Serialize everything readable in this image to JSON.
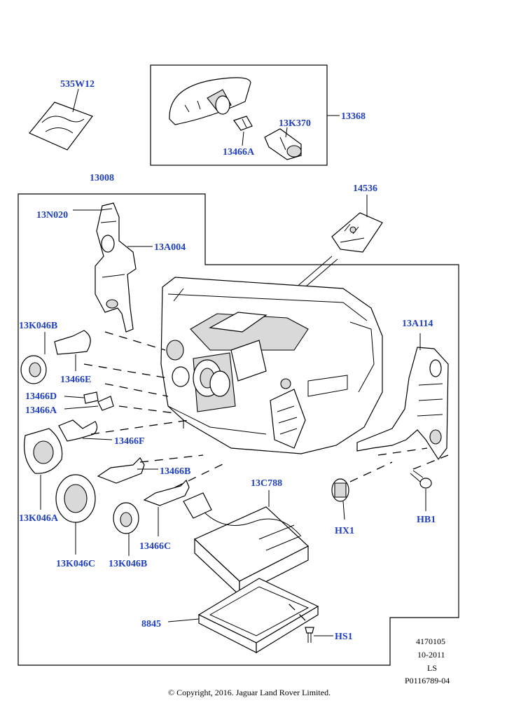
{
  "callouts": {
    "c535W12": "535W12",
    "c13368": "13368",
    "c13K370": "13K370",
    "c13466A_top": "13466A",
    "c13008": "13008",
    "c14536": "14536",
    "c13N020": "13N020",
    "c13A004": "13A004",
    "c13K046B_top": "13K046B",
    "c13A114": "13A114",
    "c13466E": "13466E",
    "c13466D": "13466D",
    "c13466A_mid": "13466A",
    "c13466F": "13466F",
    "c13466B": "13466B",
    "c13C788": "13C788",
    "c13K046A": "13K046A",
    "c13466C": "13466C",
    "cHX1": "HX1",
    "cHB1": "HB1",
    "c13K046C": "13K046C",
    "c13K046B_bot": "13K046B",
    "c8845": "8845",
    "cHS1": "HS1"
  },
  "meta": {
    "line1": "4170105",
    "line2": "10-2011",
    "line3": "LS",
    "line4": "P0116789-04"
  },
  "copyright": "© Copyright, 2016. Jaguar Land Rover Limited.",
  "colors": {
    "callout": "#1f3fbf",
    "line": "#000000",
    "background": "#ffffff"
  }
}
